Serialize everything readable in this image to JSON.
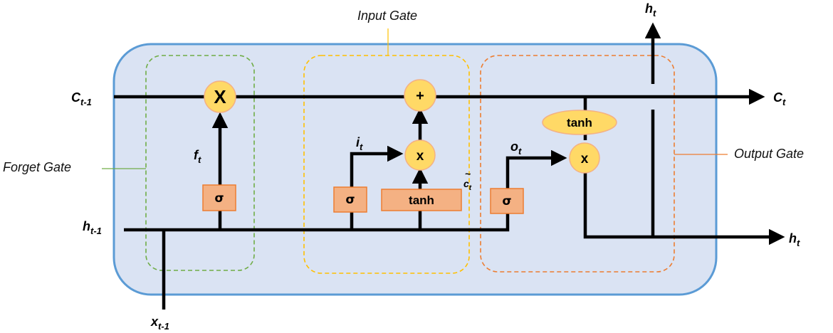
{
  "gates": {
    "input": "Input Gate",
    "forget": "Forget Gate",
    "output": "Output Gate"
  },
  "labels": {
    "c_prev": {
      "base": "C",
      "sub": "t-1"
    },
    "c_next": {
      "base": "C",
      "sub": "t"
    },
    "h_prev": {
      "base": "h",
      "sub": "t-1"
    },
    "h_out": {
      "base": "h",
      "sub": "t"
    },
    "h_top": {
      "base": "h",
      "sub": "t"
    },
    "x_in": {
      "base": "x",
      "sub": "t-1"
    },
    "f": {
      "base": "f",
      "sub": "t"
    },
    "i": {
      "base": "i",
      "sub": "t"
    },
    "o": {
      "base": "o",
      "sub": "t"
    },
    "c_tilde": {
      "mark": "~",
      "base": "c",
      "sub": "t"
    }
  },
  "ops": {
    "forget_mul": "X",
    "add": "+",
    "input_mul": "x",
    "output_mul": "x",
    "tanh_out": "tanh"
  },
  "layers": {
    "sigma_f": "σ",
    "sigma_i": "σ",
    "tanh_c": "tanh",
    "sigma_o": "σ"
  },
  "colors": {
    "cell_fill": "#dae3f3",
    "cell_border": "#5b9bd5",
    "forget_border": "#70ad47",
    "input_border": "#ffc000",
    "output_border": "#ed7d31",
    "op_fill": "#ffd966",
    "op_border": "#f4b183",
    "layer_fill": "#f4b183",
    "layer_border": "#ed7d31"
  }
}
